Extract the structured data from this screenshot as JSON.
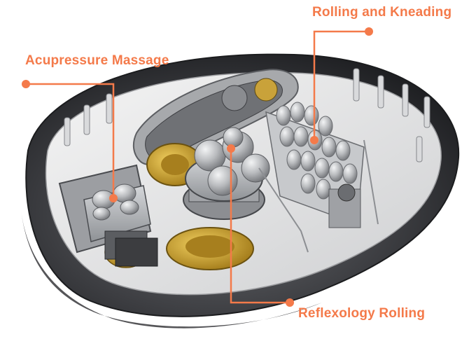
{
  "callouts": {
    "rolling_kneading": "Rolling and Kneading",
    "acupressure": "Acupressure Massage",
    "reflexology": "Reflexology Rolling"
  },
  "colors": {
    "accent": "#F47A4A",
    "shell_dark": "#3a3b3e",
    "shell_inner": "#e6e6e6",
    "part_gray": "#b7b9bc",
    "gear_gold": "#d4a52a"
  }
}
